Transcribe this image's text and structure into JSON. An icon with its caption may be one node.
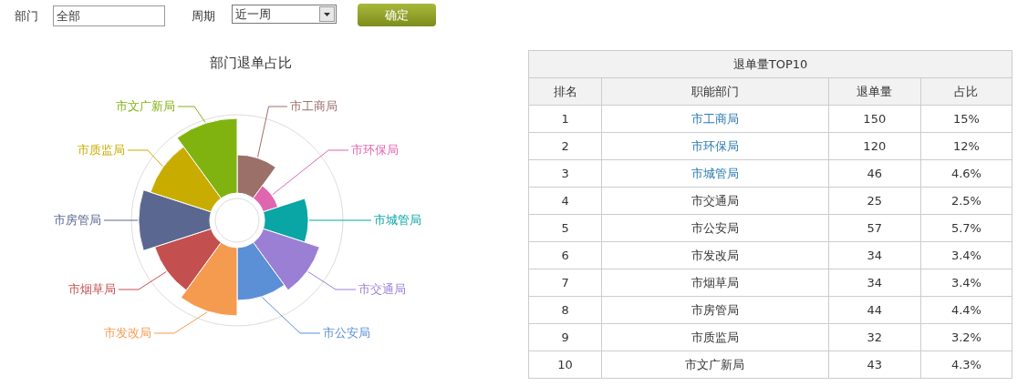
{
  "diagram": {
    "nodes": [
      {
        "text": [
          "市工商局"
        ]
      },
      {
        "text": [
          "市环保局"
        ]
      },
      {
        "text": [
          "市城管局"
        ]
      },
      {
        "text": [
          "市交通局"
        ]
      },
      {
        "text": [
          "市公安局"
        ]
      },
      {
        "text": [
          "市发改局"
        ]
      },
      {
        "text": [
          "市烟草局"
        ]
      },
      {
        "text": [
          "市房管局"
        ]
      },
      {
        "text": [
          "市质监局"
        ]
      },
      {
        "text": [
          "市文广新局"
        ]
      }
    ],
    "edges": [
      {
        "from": 0,
        "to": null,
        "arrow": "none",
        "color": "#9b7069"
      },
      {
        "from": 1,
        "to": null,
        "arrow": "none",
        "color": "#e066b0"
      },
      {
        "from": 2,
        "to": null,
        "arrow": "none",
        "color": "#0aa5a5"
      },
      {
        "from": 3,
        "to": null,
        "arrow": "none",
        "color": "#9b7fd4"
      },
      {
        "from": 4,
        "to": null,
        "arrow": "none",
        "color": "#5b8fd6"
      },
      {
        "from": 5,
        "to": null,
        "arrow": "none",
        "color": "#f59b4f"
      },
      {
        "from": 6,
        "to": null,
        "arrow": "none",
        "color": "#c44f4f"
      },
      {
        "from": 7,
        "to": null,
        "arrow": "none",
        "color": "#5a6891"
      },
      {
        "from": 8,
        "to": null,
        "arrow": "none",
        "color": "#c9ac00"
      },
      {
        "from": 9,
        "to": null,
        "arrow": "none",
        "color": "#80b30f"
      }
    ],
    "labels": [
      "部门",
      "全部",
      "周期",
      "近一周",
      "确定",
      "部门退单占比",
      "退单量TOP10",
      "排名",
      "职能部门",
      "退单量",
      "占比",
      "1",
      "市工商局",
      "150",
      "15%",
      "2",
      "市环保局",
      "120",
      "12%",
      "3",
      "市城管局",
      "46",
      "4.6%",
      "4",
      "市交通局",
      "25",
      "2.5%",
      "5",
      "市公安局",
      "57",
      "5.7%",
      "6",
      "市发改局",
      "34",
      "3.4%",
      "7",
      "市烟草局",
      "34",
      "3.4%",
      "8",
      "市房管局",
      "44",
      "4.4%",
      "9",
      "市质监局",
      "32",
      "3.2%",
      "10",
      "市文广新局",
      "43",
      "4.3%"
    ]
  }
}
